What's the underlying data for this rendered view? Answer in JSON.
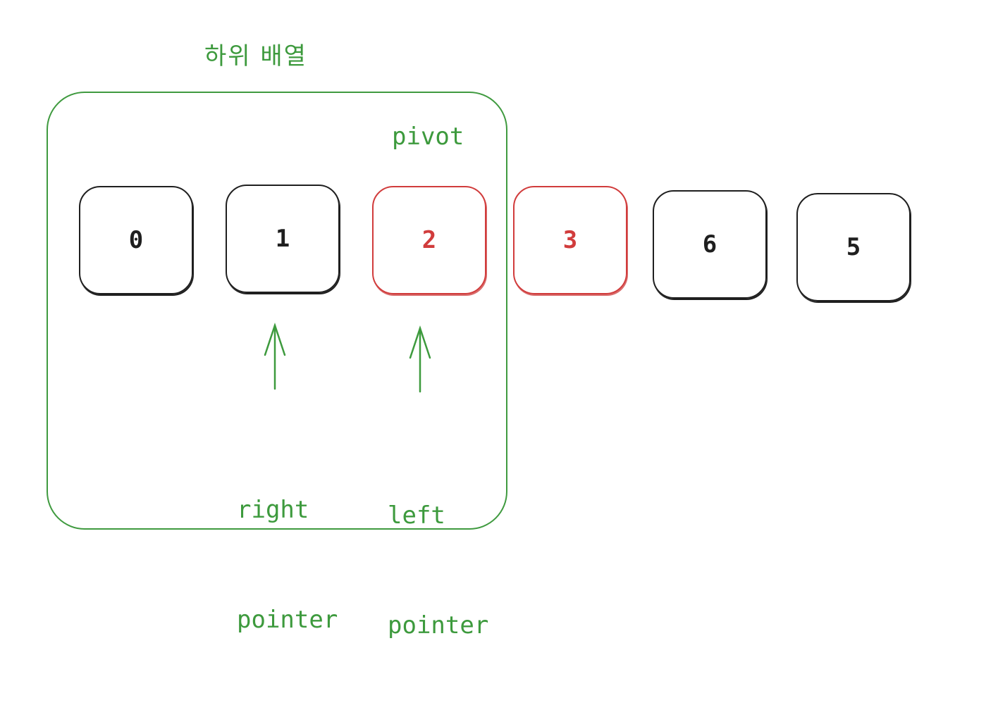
{
  "subarray_label": "하위 배열",
  "pivot_label": "pivot",
  "cells": [
    {
      "value": "0",
      "highlight": false
    },
    {
      "value": "1",
      "highlight": false
    },
    {
      "value": "2",
      "highlight": true
    },
    {
      "value": "3",
      "highlight": true
    },
    {
      "value": "6",
      "highlight": false
    },
    {
      "value": "5",
      "highlight": false
    }
  ],
  "pointers": {
    "right": {
      "line1": "right",
      "line2": "pointer"
    },
    "left": {
      "line1": "left",
      "line2": "pointer"
    }
  },
  "colors": {
    "green": "#3d9a3d",
    "red": "#d13c3c",
    "black": "#1f1f1f"
  }
}
